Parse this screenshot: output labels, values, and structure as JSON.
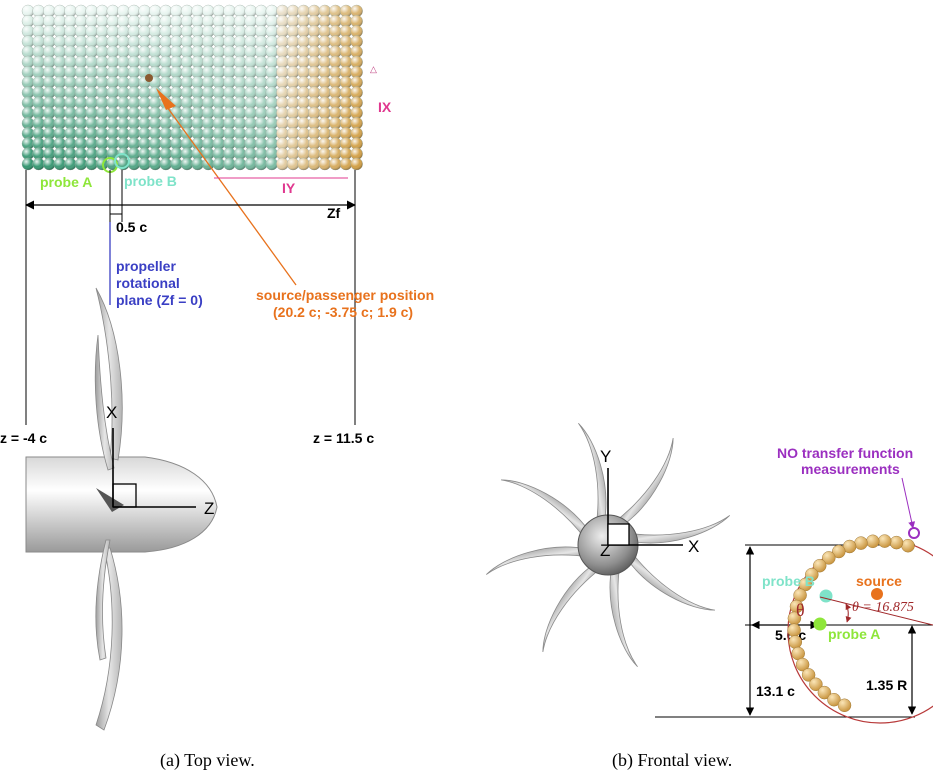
{
  "colors": {
    "probe_a": "#8ee63a",
    "probe_b": "#7fe3c9",
    "source": "#e8721d",
    "propeller_plane": "#3a3fc4",
    "array_label": "#e0388f",
    "no_tf": "#9b2fc0",
    "dim": "#000000",
    "angle": "#a0282a"
  },
  "top_view": {
    "array_x_label": "IX",
    "array_y_label": "IY",
    "probe_a": "probe A",
    "probe_b": "probe B",
    "zf_label": "Zf",
    "offset_label": "0.5 c",
    "plane_line1": "propeller",
    "plane_line2": "rotational",
    "plane_line3": "plane (Zf = 0)",
    "source_line1": "source/passenger position",
    "source_line2": "(20.2 c; -3.75 c; 1.9 c)",
    "z_left": "z = -4 c",
    "z_right": "z = 11.5 c",
    "axis_x": "X",
    "axis_z": "Z",
    "caption": "(a)  Top view."
  },
  "frontal_view": {
    "axis_y": "Y",
    "axis_x": "X",
    "axis_z": "Z",
    "no_tf_line1": "NO transfer function",
    "no_tf_line2": "measurements",
    "source": "source",
    "probe_b": "probe B",
    "probe_a": "probe A",
    "theta": "θ",
    "theta_value": "θ = 16.875",
    "dim_horizontal": "5.6 c",
    "dim_vertical": "13.1 c",
    "radius": "1.35 R",
    "caption": "(b)  Frontal view."
  }
}
